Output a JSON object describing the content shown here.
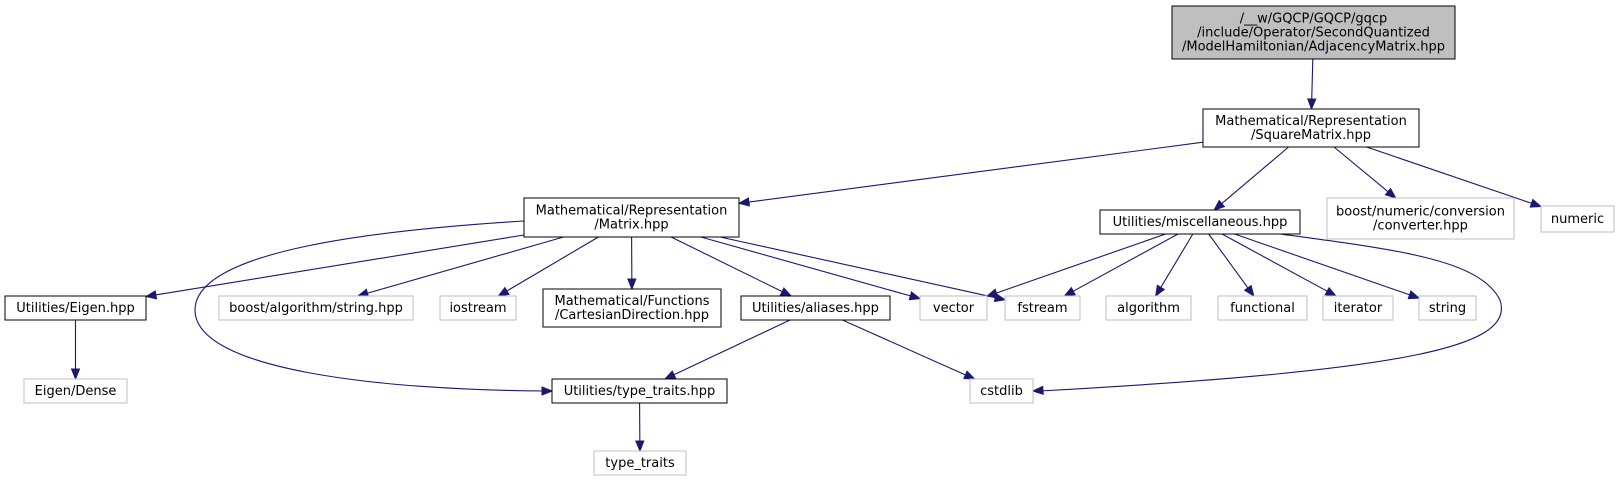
{
  "graph": {
    "nodes": [
      {
        "id": "root",
        "lines": [
          "/__w/GQCP/GQCP/gqcp",
          "/include/Operator/SecondQuantized",
          "/ModelHamiltonian/AdjacencyMatrix.hpp"
        ],
        "kind": "root"
      },
      {
        "id": "square",
        "lines": [
          "Mathematical/Representation",
          "/SquareMatrix.hpp"
        ],
        "kind": "internal"
      },
      {
        "id": "matrix",
        "lines": [
          "Mathematical/Representation",
          "/Matrix.hpp"
        ],
        "kind": "internal"
      },
      {
        "id": "misc",
        "lines": [
          "Utilities/miscellaneous.hpp"
        ],
        "kind": "internal"
      },
      {
        "id": "converter",
        "lines": [
          "boost/numeric/conversion",
          "/converter.hpp"
        ],
        "kind": "external"
      },
      {
        "id": "numeric",
        "lines": [
          "numeric"
        ],
        "kind": "external"
      },
      {
        "id": "eigen",
        "lines": [
          "Utilities/Eigen.hpp"
        ],
        "kind": "internal"
      },
      {
        "id": "boostalgo",
        "lines": [
          "boost/algorithm/string.hpp"
        ],
        "kind": "external"
      },
      {
        "id": "iostream",
        "lines": [
          "iostream"
        ],
        "kind": "external"
      },
      {
        "id": "cartesian",
        "lines": [
          "Mathematical/Functions",
          "/CartesianDirection.hpp"
        ],
        "kind": "internal"
      },
      {
        "id": "aliases",
        "lines": [
          "Utilities/aliases.hpp"
        ],
        "kind": "internal"
      },
      {
        "id": "vector",
        "lines": [
          "vector"
        ],
        "kind": "external"
      },
      {
        "id": "fstream",
        "lines": [
          "fstream"
        ],
        "kind": "external"
      },
      {
        "id": "algorithm",
        "lines": [
          "algorithm"
        ],
        "kind": "external"
      },
      {
        "id": "functional",
        "lines": [
          "functional"
        ],
        "kind": "external"
      },
      {
        "id": "iterator",
        "lines": [
          "iterator"
        ],
        "kind": "external"
      },
      {
        "id": "string",
        "lines": [
          "string"
        ],
        "kind": "external"
      },
      {
        "id": "eigendense",
        "lines": [
          "Eigen/Dense"
        ],
        "kind": "external"
      },
      {
        "id": "typetraitshpp",
        "lines": [
          "Utilities/type_traits.hpp"
        ],
        "kind": "internal"
      },
      {
        "id": "cstdlib",
        "lines": [
          "cstdlib"
        ],
        "kind": "external"
      },
      {
        "id": "typetraits",
        "lines": [
          "type_traits"
        ],
        "kind": "external"
      }
    ],
    "edges": [
      {
        "from": "root",
        "to": "square"
      },
      {
        "from": "square",
        "to": "matrix"
      },
      {
        "from": "square",
        "to": "misc"
      },
      {
        "from": "square",
        "to": "converter"
      },
      {
        "from": "square",
        "to": "numeric"
      },
      {
        "from": "matrix",
        "to": "eigen"
      },
      {
        "from": "matrix",
        "to": "boostalgo"
      },
      {
        "from": "matrix",
        "to": "iostream"
      },
      {
        "from": "matrix",
        "to": "cartesian"
      },
      {
        "from": "matrix",
        "to": "aliases"
      },
      {
        "from": "matrix",
        "to": "vector"
      },
      {
        "from": "matrix",
        "to": "fstream"
      },
      {
        "from": "matrix",
        "to": "typetraitshpp"
      },
      {
        "from": "misc",
        "to": "vector"
      },
      {
        "from": "misc",
        "to": "fstream"
      },
      {
        "from": "misc",
        "to": "algorithm"
      },
      {
        "from": "misc",
        "to": "functional"
      },
      {
        "from": "misc",
        "to": "iterator"
      },
      {
        "from": "misc",
        "to": "string"
      },
      {
        "from": "misc",
        "to": "cstdlib"
      },
      {
        "from": "eigen",
        "to": "eigendense"
      },
      {
        "from": "aliases",
        "to": "typetraitshpp"
      },
      {
        "from": "aliases",
        "to": "cstdlib"
      },
      {
        "from": "typetraitshpp",
        "to": "typetraits"
      }
    ],
    "colors": {
      "edge": "#191970",
      "root_fill": "#bfbfbf",
      "internal_border": "#000000",
      "external_border": "#bfbfbf",
      "background": "#ffffff"
    }
  }
}
